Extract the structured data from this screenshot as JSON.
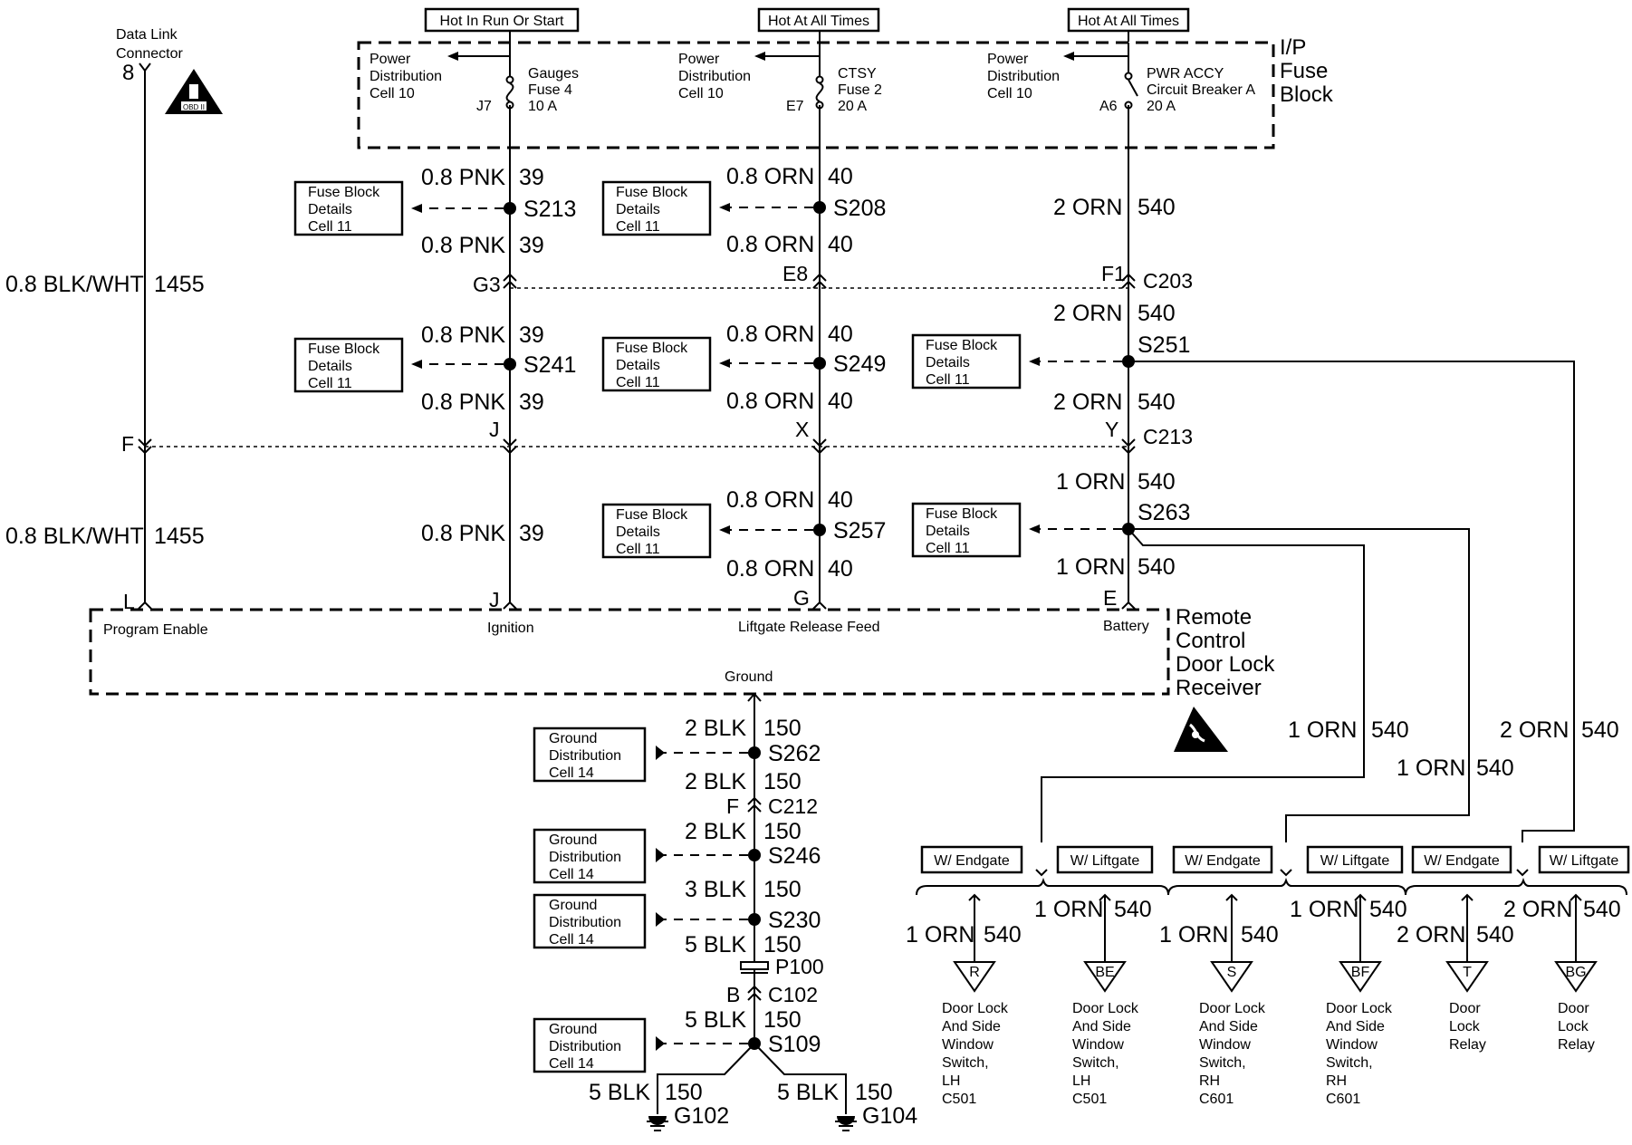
{
  "hot_labels": {
    "run_start": "Hot In Run Or Start",
    "all_times_1": "Hot At All Times",
    "all_times_2": "Hot At All Times"
  },
  "fuse_block": {
    "l1": "I/P",
    "l2": "Fuse",
    "l3": "Block"
  },
  "pdc": {
    "l1": "Power",
    "l2": "Distribution",
    "l3": "Cell 10"
  },
  "fuses": {
    "gauges": {
      "l1": "Gauges",
      "l2": "Fuse 4",
      "l3": "10 A",
      "pin": "J7"
    },
    "ctsy": {
      "l1": "CTSY",
      "l2": "Fuse 2",
      "l3": "20 A",
      "pin": "E7"
    },
    "pwr": {
      "l1": "PWR ACCY",
      "l2": "Circuit Breaker A",
      "l3": "20 A",
      "pin": "A6"
    }
  },
  "dlc": {
    "l1": "Data Link",
    "l2": "Connector",
    "pin": "8",
    "badge": "OBD II"
  },
  "fbd": {
    "l1": "Fuse Block",
    "l2": "Details",
    "l3": "Cell 11"
  },
  "gnd": {
    "l1": "Ground",
    "l2": "Distribution",
    "l3": "Cell 14"
  },
  "wires": {
    "pnk08": "0.8 PNK",
    "c39": "39",
    "orn08": "0.8 ORN",
    "c40": "40",
    "orn2": "2 ORN",
    "orn1": "1 ORN",
    "c540": "540",
    "blkwht": "0.8 BLK/WHT",
    "c1455": "1455",
    "blk2": "2 BLK",
    "blk3": "3 BLK",
    "blk5": "5 BLK",
    "c150": "150"
  },
  "splices": {
    "s213": "S213",
    "s208": "S208",
    "s241": "S241",
    "s249": "S249",
    "s251": "S251",
    "s257": "S257",
    "s263": "S263",
    "s262": "S262",
    "s246": "S246",
    "s230": "S230",
    "s109": "S109"
  },
  "connectors": {
    "c203": "C203",
    "g3": "G3",
    "e8": "E8",
    "f1": "F1",
    "c213": "C213",
    "f": "F",
    "j": "J",
    "x": "X",
    "y": "Y",
    "l": "L",
    "g": "G",
    "e": "E",
    "c212": "C212",
    "p100": "P100",
    "c102": "C102",
    "b": "B"
  },
  "receiver": {
    "l1": "Remote",
    "l2": "Control",
    "l3": "Door Lock",
    "l4": "Receiver",
    "program_enable": "Program Enable",
    "ignition": "Ignition",
    "liftgate_feed": "Liftgate Release Feed",
    "battery": "Battery",
    "ground": "Ground"
  },
  "grounds": {
    "g102": "G102",
    "g104": "G104"
  },
  "options": {
    "endgate": "W/ Endgate",
    "liftgate": "W/ Liftgate"
  },
  "loads": [
    {
      "pin": "R",
      "l1": "Door Lock",
      "l2": "And Side",
      "l3": "Window",
      "l4": "Switch,",
      "l5": "LH",
      "l6": "C501"
    },
    {
      "pin": "BE",
      "l1": "Door Lock",
      "l2": "And Side",
      "l3": "Window",
      "l4": "Switch,",
      "l5": "LH",
      "l6": "C501"
    },
    {
      "pin": "S",
      "l1": "Door Lock",
      "l2": "And Side",
      "l3": "Window",
      "l4": "Switch,",
      "l5": "RH",
      "l6": "C601"
    },
    {
      "pin": "BF",
      "l1": "Door Lock",
      "l2": "And Side",
      "l3": "Window",
      "l4": "Switch,",
      "l5": "RH",
      "l6": "C601"
    },
    {
      "pin": "T",
      "l1": "Door",
      "l2": "Lock",
      "l3": "Relay"
    },
    {
      "pin": "BG",
      "l1": "Door",
      "l2": "Lock",
      "l3": "Relay"
    }
  ]
}
